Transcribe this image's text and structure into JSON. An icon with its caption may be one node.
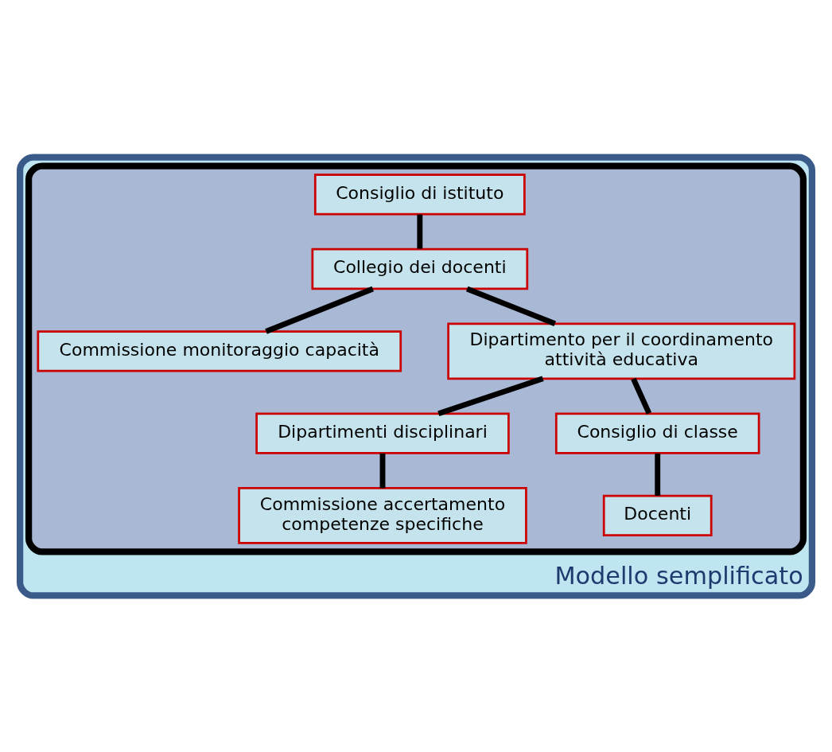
{
  "diagram": {
    "nodes": [
      {
        "text": [
          "Modello semplificato"
        ]
      },
      {
        "text": [],
        "shape": "box",
        "in": 0
      },
      {
        "text": [
          "Consiglio di istituto"
        ],
        "in": 1
      },
      {
        "text": [
          "Collegio dei docenti"
        ],
        "in": 1
      },
      {
        "text": [
          "Commissione monitoraggio capacità"
        ],
        "in": 1
      },
      {
        "text": [
          "Dipartimento per il coordinamento attività educativa"
        ],
        "in": 1
      },
      {
        "text": [
          "Dipartimenti disciplinari"
        ],
        "in": 1
      },
      {
        "text": [
          "Consiglio di classe"
        ],
        "in": 1
      },
      {
        "text": [
          "Commissione accertamento competenze specifiche"
        ],
        "in": 1
      },
      {
        "text": [
          "Docenti"
        ],
        "in": 1
      }
    ],
    "edges": [
      {
        "from": 2,
        "to": 3,
        "arrow": "none"
      },
      {
        "from": 3,
        "to": 5,
        "arrow": "none"
      },
      {
        "from": 3,
        "to": 4,
        "arrow": "none"
      },
      {
        "from": 5,
        "to": 6,
        "arrow": "none"
      },
      {
        "from": 5,
        "to": 7,
        "arrow": "none"
      },
      {
        "from": 6,
        "to": 8,
        "arrow": "none"
      },
      {
        "from": 7,
        "to": 9,
        "arrow": "none"
      }
    ]
  }
}
